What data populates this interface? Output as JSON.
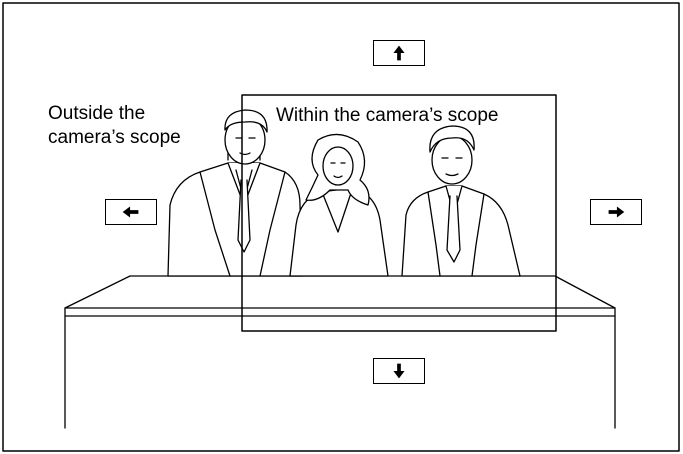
{
  "labels": {
    "outside_line1": "Outside the",
    "outside_line2": "camera’s scope",
    "within": "Within the camera’s scope"
  },
  "buttons": {
    "up": {
      "icon": "arrow-up-icon"
    },
    "down": {
      "icon": "arrow-down-icon"
    },
    "left": {
      "icon": "arrow-left-icon"
    },
    "right": {
      "icon": "arrow-right-icon"
    }
  },
  "colors": {
    "stroke": "#000000",
    "background": "#ffffff"
  }
}
